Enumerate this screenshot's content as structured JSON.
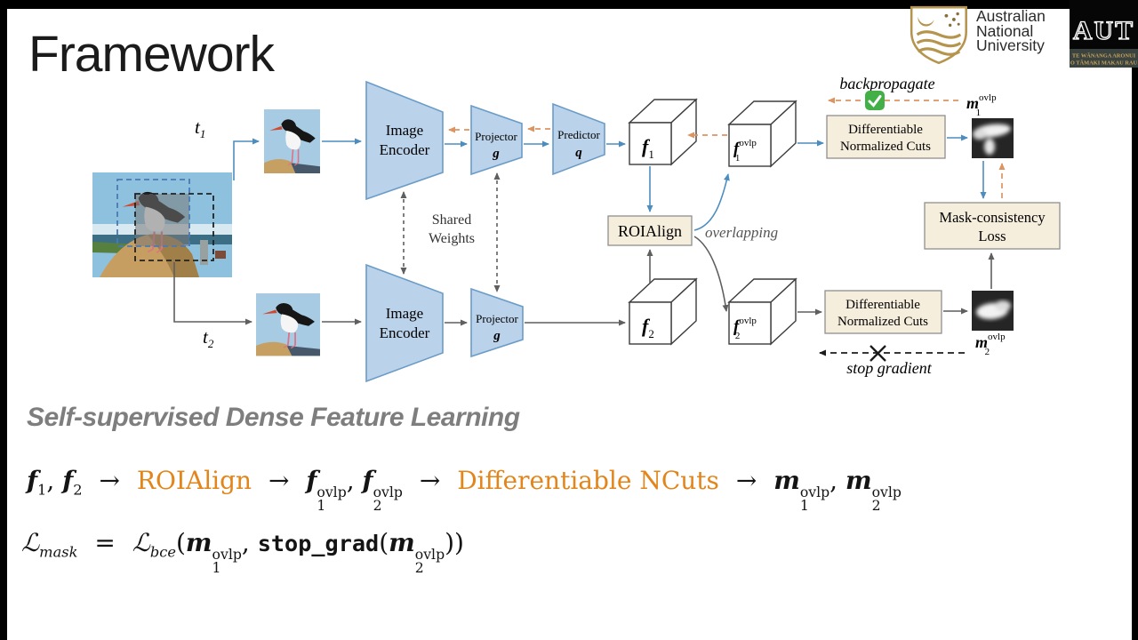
{
  "slide": {
    "title": "Framework",
    "caption": "Self-supervised Dense Feature Learning"
  },
  "logos": {
    "anu1": "Australian",
    "anu2": "National",
    "anu3": "University",
    "aut": "AUT",
    "aut_sub1": "TE WĀNANGA ARONUI",
    "aut_sub2": "O TĀMAKI MAKAU RAU"
  },
  "diagram": {
    "t": "t",
    "sub1": "1",
    "sub2": "2",
    "encoder_line1": "Image",
    "encoder_line2": "Encoder",
    "projector": "Projector",
    "g": "g",
    "predictor": "Predictor",
    "q": "q",
    "shared1": "Shared",
    "shared2": "Weights",
    "f": "f",
    "m": "m",
    "ovlp": "ovlp",
    "roialign": "ROIAlign",
    "overlapping": "overlapping",
    "dnc_line1": "Differentiable",
    "dnc_line2": "Normalized Cuts",
    "loss_line1": "Mask-consistency",
    "loss_line2": "Loss",
    "backpropagate": "backpropagate",
    "stop_gradient": "stop gradient"
  },
  "eq": {
    "f": "f",
    "m": "m",
    "sub1": "1",
    "sub2": "2",
    "comma": ",",
    "arrow": "→",
    "roialign": "ROIAlign",
    "ovlp": "ovlp",
    "ncuts": "Differentiable NCuts",
    "L": "ℒ",
    "mask": "mask",
    "equals": "=",
    "bce": "bce",
    "lp": "(",
    "stopgrad": "stop_grad",
    "rp2": "))"
  },
  "colors": {
    "arrow_blue": "#4c8dc0",
    "arrow_gray": "#5f5f5f",
    "backprop_orange": "#dd9460",
    "box_cream": "#f6eedd",
    "box_border": "#8f8f8f",
    "trapezoid_fill": "#bad2ea",
    "trapezoid_border": "#6b9cc7",
    "equation_orange": "#e2851b",
    "caption_gray": "#7e7e7e",
    "check_green": "#43b047",
    "logo_gold": "#b5954e"
  }
}
